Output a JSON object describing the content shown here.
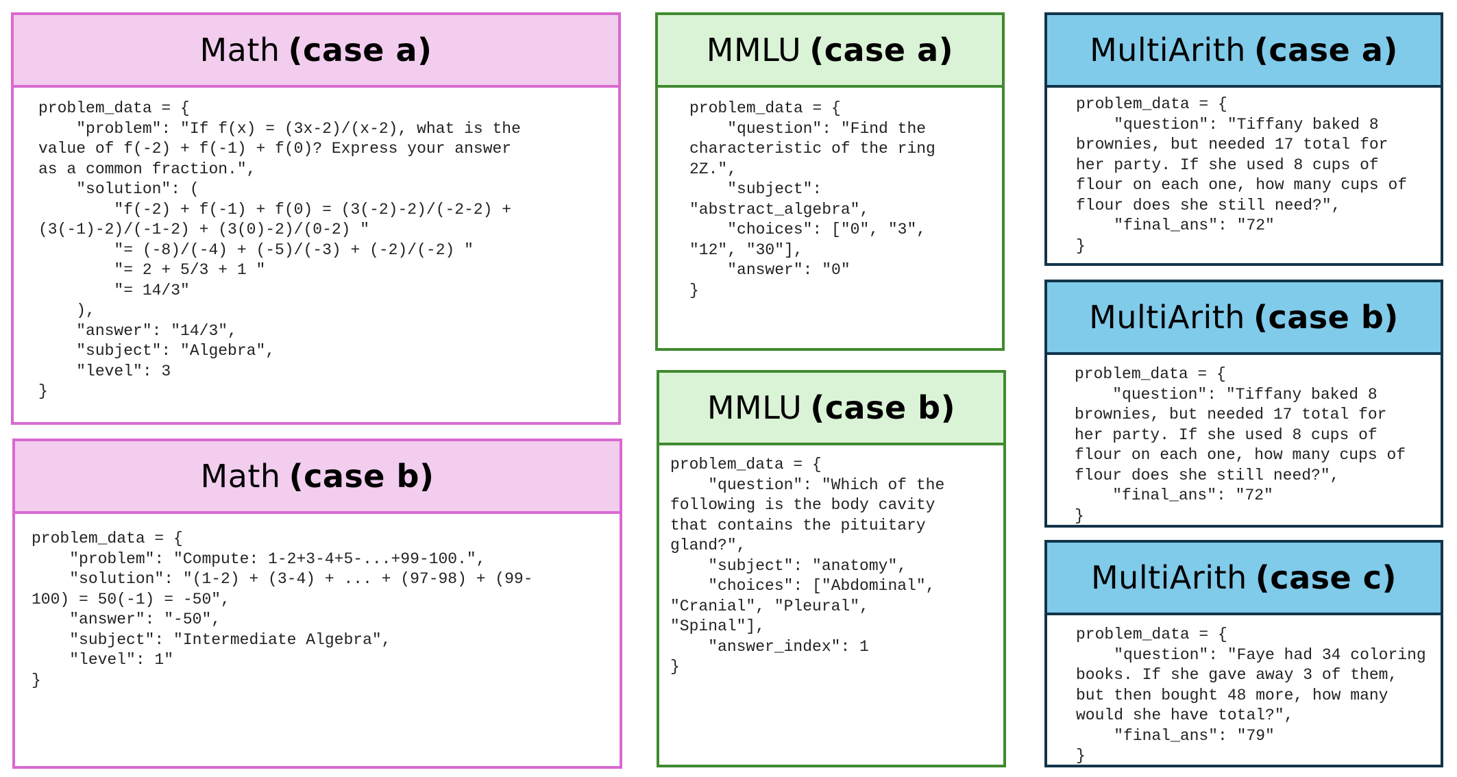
{
  "cards": {
    "math_a": {
      "title_plain": "Math",
      "title_bold": "(case a)",
      "code": "problem_data = {\n    \"problem\": \"If f(x) = (3x-2)/(x-2), what is the\nvalue of f(-2) + f(-1) + f(0)? Express your answer\nas a common fraction.\",\n    \"solution\": (\n        \"f(-2) + f(-1) + f(0) = (3(-2)-2)/(-2-2) +\n(3(-1)-2)/(-1-2) + (3(0)-2)/(0-2) \"\n        \"= (-8)/(-4) + (-5)/(-3) + (-2)/(-2) \"\n        \"= 2 + 5/3 + 1 \"\n        \"= 14/3\"\n    ),\n    \"answer\": \"14/3\",\n    \"subject\": \"Algebra\",\n    \"level\": 3\n}"
    },
    "math_b": {
      "title_plain": "Math",
      "title_bold": "(case b)",
      "code": "problem_data = {\n    \"problem\": \"Compute: 1-2+3-4+5-...+99-100.\",\n    \"solution\": \"(1-2) + (3-4) + ... + (97-98) + (99-\n100) = 50(-1) = -50\",\n    \"answer\": \"-50\",\n    \"subject\": \"Intermediate Algebra\",\n    \"level\": 1\"\n}"
    },
    "mmlu_a": {
      "title_plain": "MMLU",
      "title_bold": "(case a)",
      "code": "problem_data = {\n    \"question\": \"Find the\ncharacteristic of the ring\n2Z.\",\n    \"subject\":\n\"abstract_algebra\",\n    \"choices\": [\"0\", \"3\",\n\"12\", \"30\"],\n    \"answer\": \"0\"\n}"
    },
    "mmlu_b": {
      "title_plain": "MMLU",
      "title_bold": "(case b)",
      "code": "problem_data = {\n    \"question\": \"Which of the\nfollowing is the body cavity\nthat contains the pituitary\ngland?\",\n    \"subject\": \"anatomy\",\n    \"choices\": [\"Abdominal\",\n\"Cranial\", \"Pleural\",\n\"Spinal\"],\n    \"answer_index\": 1\n}"
    },
    "arith_a": {
      "title_plain": "MultiArith",
      "title_bold": "(case a)",
      "code": "problem_data = {\n    \"question\": \"Tiffany baked 8\nbrownies, but needed 17 total for\nher party. If she used 8 cups of\nflour on each one, how many cups of\nflour does she still need?\",\n    \"final_ans\": \"72\"\n}"
    },
    "arith_b": {
      "title_plain": "MultiArith",
      "title_bold": "(case b)",
      "code": "problem_data = {\n    \"question\": \"Tiffany baked 8\nbrownies, but needed 17 total for\nher party. If she used 8 cups of\nflour on each one, how many cups of\nflour does she still need?\",\n    \"final_ans\": \"72\"\n}"
    },
    "arith_c": {
      "title_plain": "MultiArith",
      "title_bold": "(case c)",
      "code": "problem_data = {\n    \"question\": \"Faye had 34 coloring\nbooks. If she gave away 3 of them,\nbut then bought 48 more, how many\nwould she have total?\",\n    \"final_ans\": \"79\"\n}"
    }
  }
}
